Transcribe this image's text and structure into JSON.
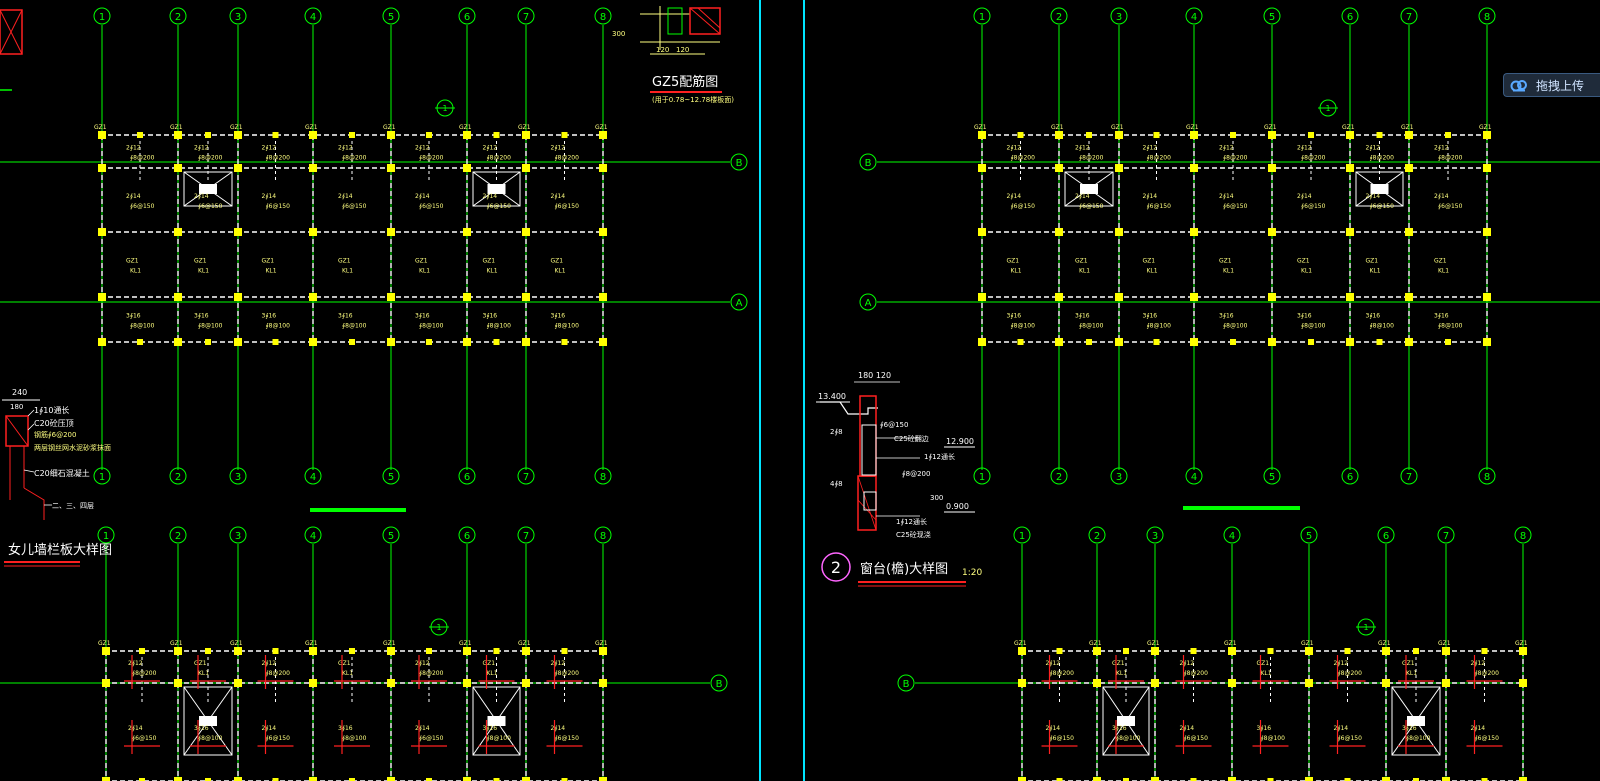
{
  "colors": {
    "background": "#000000",
    "grid": "#00ff00",
    "column": "#ffff00",
    "dashed": "#ffffff",
    "rebar": "#ff2020",
    "text": "#ffff80",
    "divider": "#00e5ff"
  },
  "toolbar": {
    "upload_label": "拖拽上传",
    "upload_icon": "cloud-upload-icon"
  },
  "axes": {
    "numbers": [
      "1",
      "2",
      "3",
      "4",
      "5",
      "6",
      "7",
      "8"
    ],
    "letters": [
      "B",
      "A"
    ]
  },
  "labels": {
    "gz5_title": "GZ5配筋图",
    "gz5_note": "(用于0.78~12.78楼板面)",
    "parapet_title": "女儿墙栏板大样图",
    "window_title": "窗台(檐)大样图",
    "window_scale": "1:20",
    "window_badge": "2",
    "parapet_dim1": "240",
    "parapet_dim2": "180",
    "parapet_c20a": "C20细石混凝土",
    "parapet_c20b": "C20砼压顶",
    "parapet_bar": "1∮10通长",
    "parapet_steel": "钢筋∮6@200",
    "parapet_bond": "两层钢丝网水泥砂浆抹面",
    "parapet_roof": "二、三、四层",
    "window_dim": "180  120",
    "window_elev1": "13.400",
    "window_elev2": "12.900",
    "window_elev3": "0.900",
    "window_c25a": "C25砼翻边",
    "window_c25b": "C25砼现浇",
    "window_bar1": "1∮12通长",
    "window_bar2": "1∮12通长",
    "window_r1": "2∮8",
    "window_r2": "4∮8",
    "window_spec": "∮6@150",
    "window_spec2": "∮8@200",
    "window_dim300": "300",
    "gz5_dim1": "120",
    "gz5_dim2": "120",
    "gz5_dim3": "300",
    "axis_marker": "1"
  }
}
